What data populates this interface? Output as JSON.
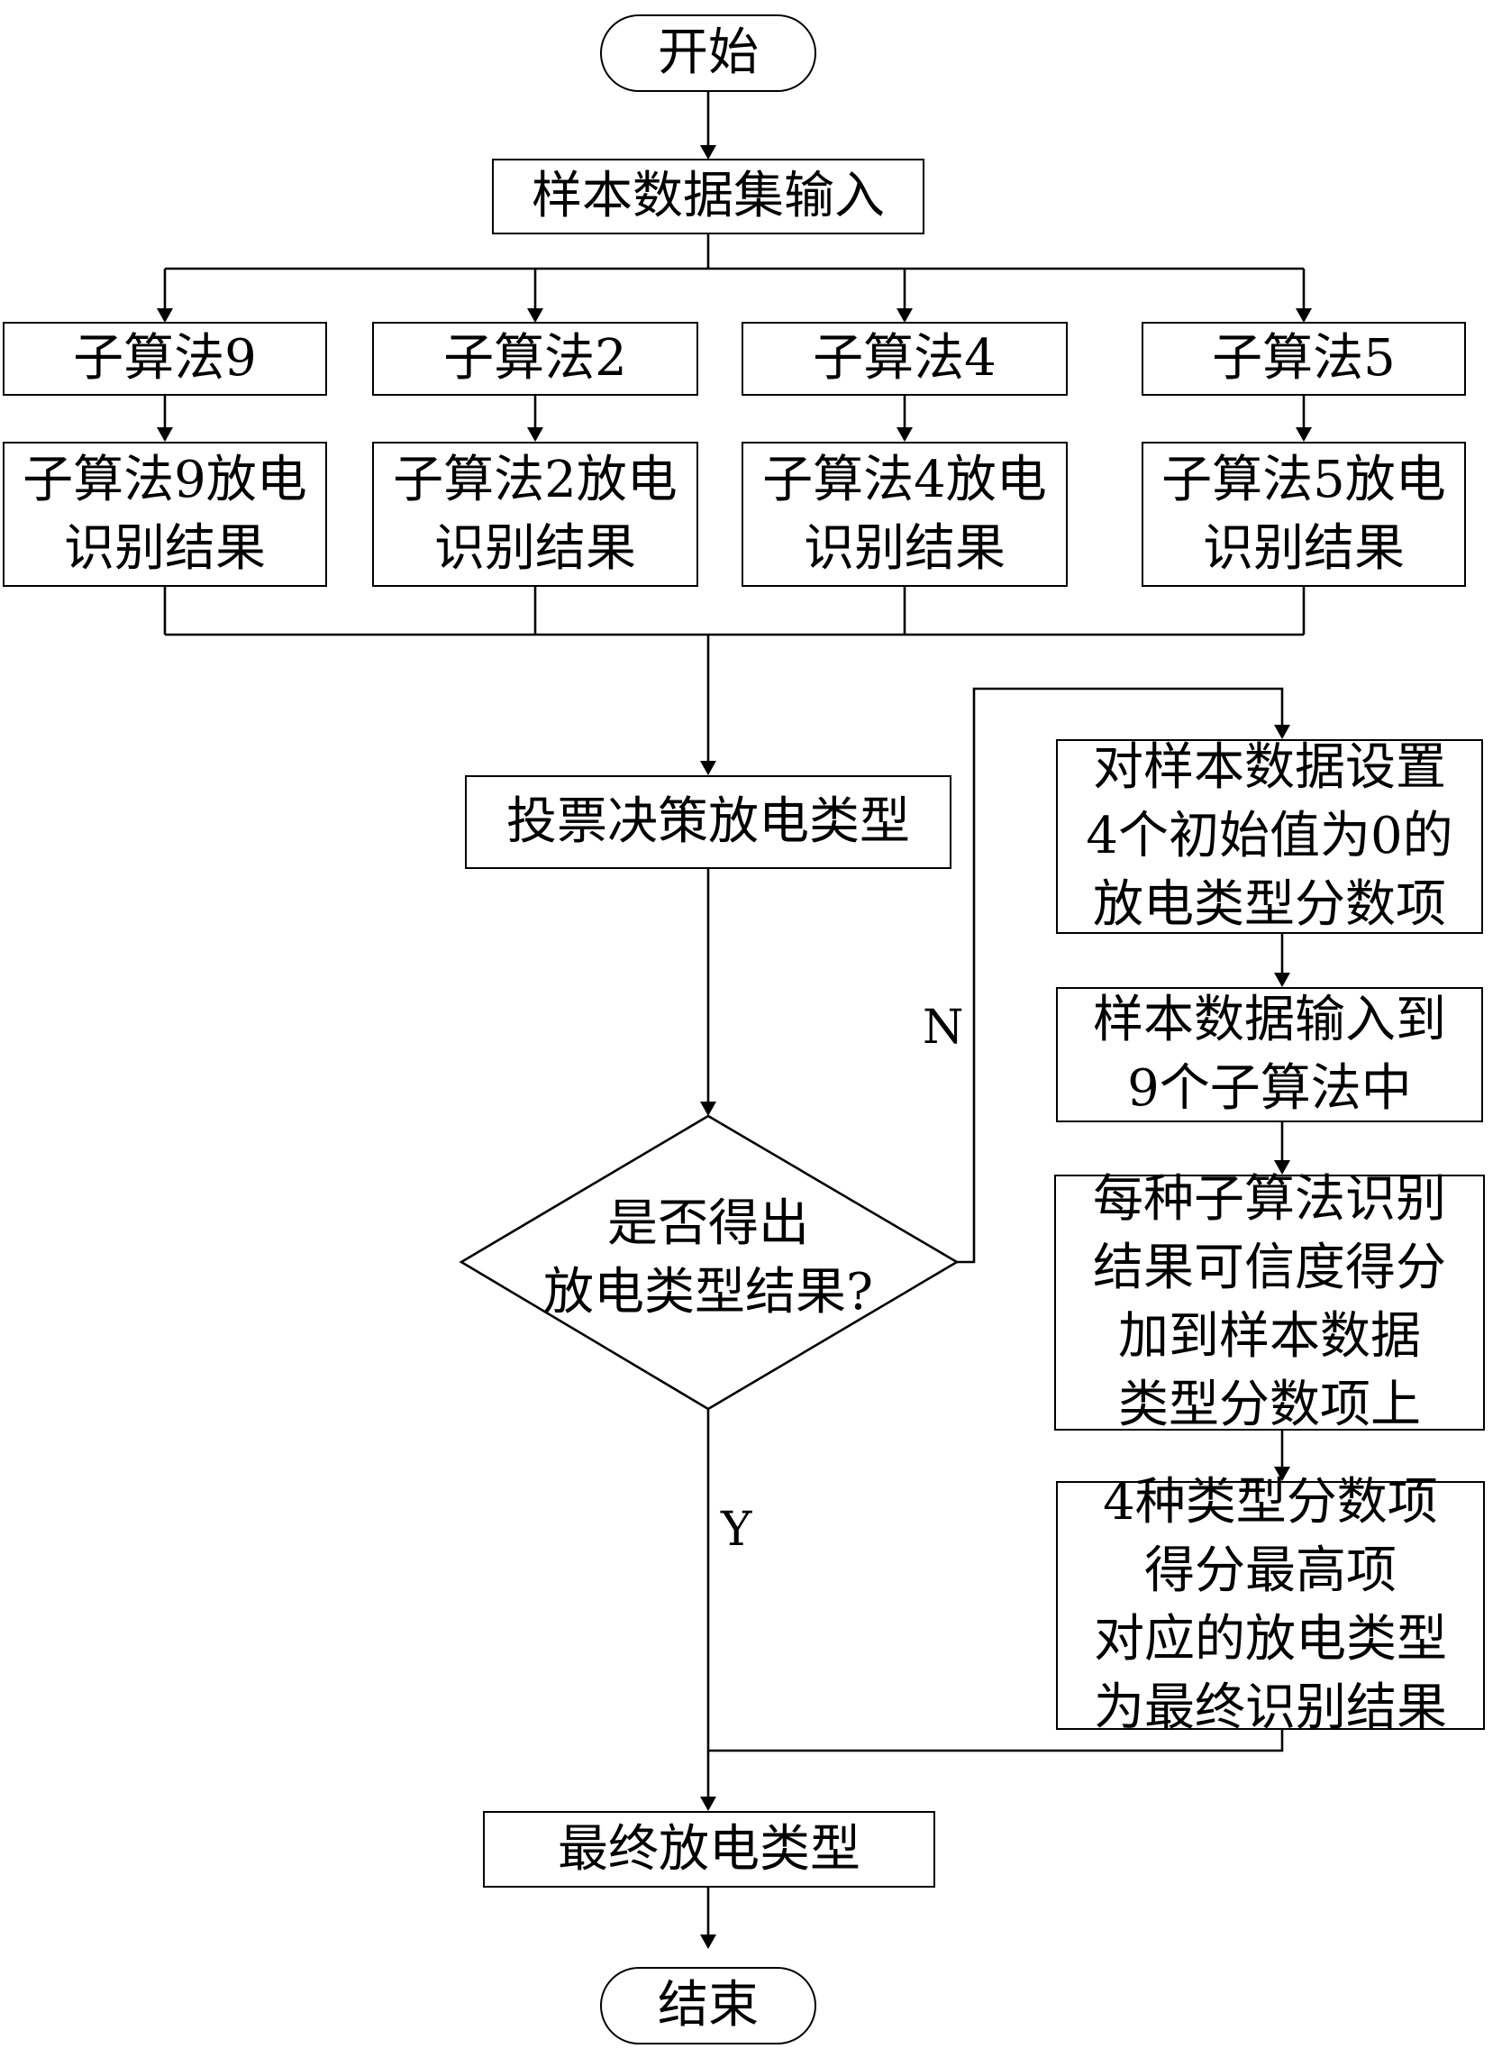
{
  "nodes": {
    "start": "开始",
    "input": "样本数据集输入",
    "algo9": "子算法9",
    "algo2": "子算法2",
    "algo4": "子算法4",
    "algo5": "子算法5",
    "result9": [
      "子算法9放电",
      "识别结果"
    ],
    "result2": [
      "子算法2放电",
      "识别结果"
    ],
    "result4": [
      "子算法4放电",
      "识别结果"
    ],
    "result5": [
      "子算法5放电",
      "识别结果"
    ],
    "vote": "投票决策放电类型",
    "decision": [
      "是否得出",
      "放电类型结果?"
    ],
    "step1": [
      "对样本数据设置",
      "4个初始值为0的",
      "放电类型分数项"
    ],
    "step2": [
      "样本数据输入到",
      "9个子算法中"
    ],
    "step3": [
      "每种子算法识别",
      "结果可信度得分",
      "加到样本数据",
      "类型分数项上"
    ],
    "step4": [
      "4种类型分数项",
      "得分最高项",
      "对应的放电类型",
      "为最终识别结果"
    ],
    "final": "最终放电类型",
    "end": "结束"
  },
  "edge_labels": {
    "no": "N",
    "yes": "Y"
  }
}
